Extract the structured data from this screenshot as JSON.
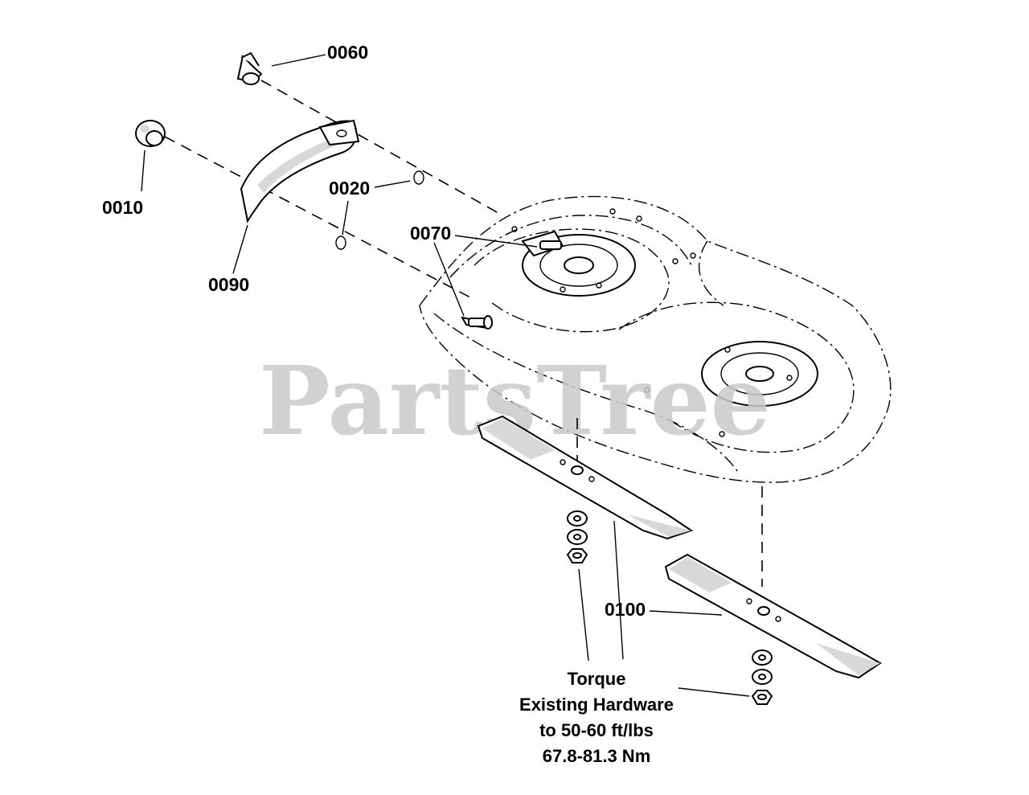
{
  "watermark": "PartsTree",
  "callouts": {
    "c0060": "0060",
    "c0010": "0010",
    "c0020": "0020",
    "c0070": "0070",
    "c0090": "0090",
    "c0100": "0100"
  },
  "torque_note": {
    "line1": "Torque",
    "line2": "Existing Hardware",
    "line3": "to 50-60 ft/lbs",
    "line4": "67.8-81.3 Nm"
  }
}
